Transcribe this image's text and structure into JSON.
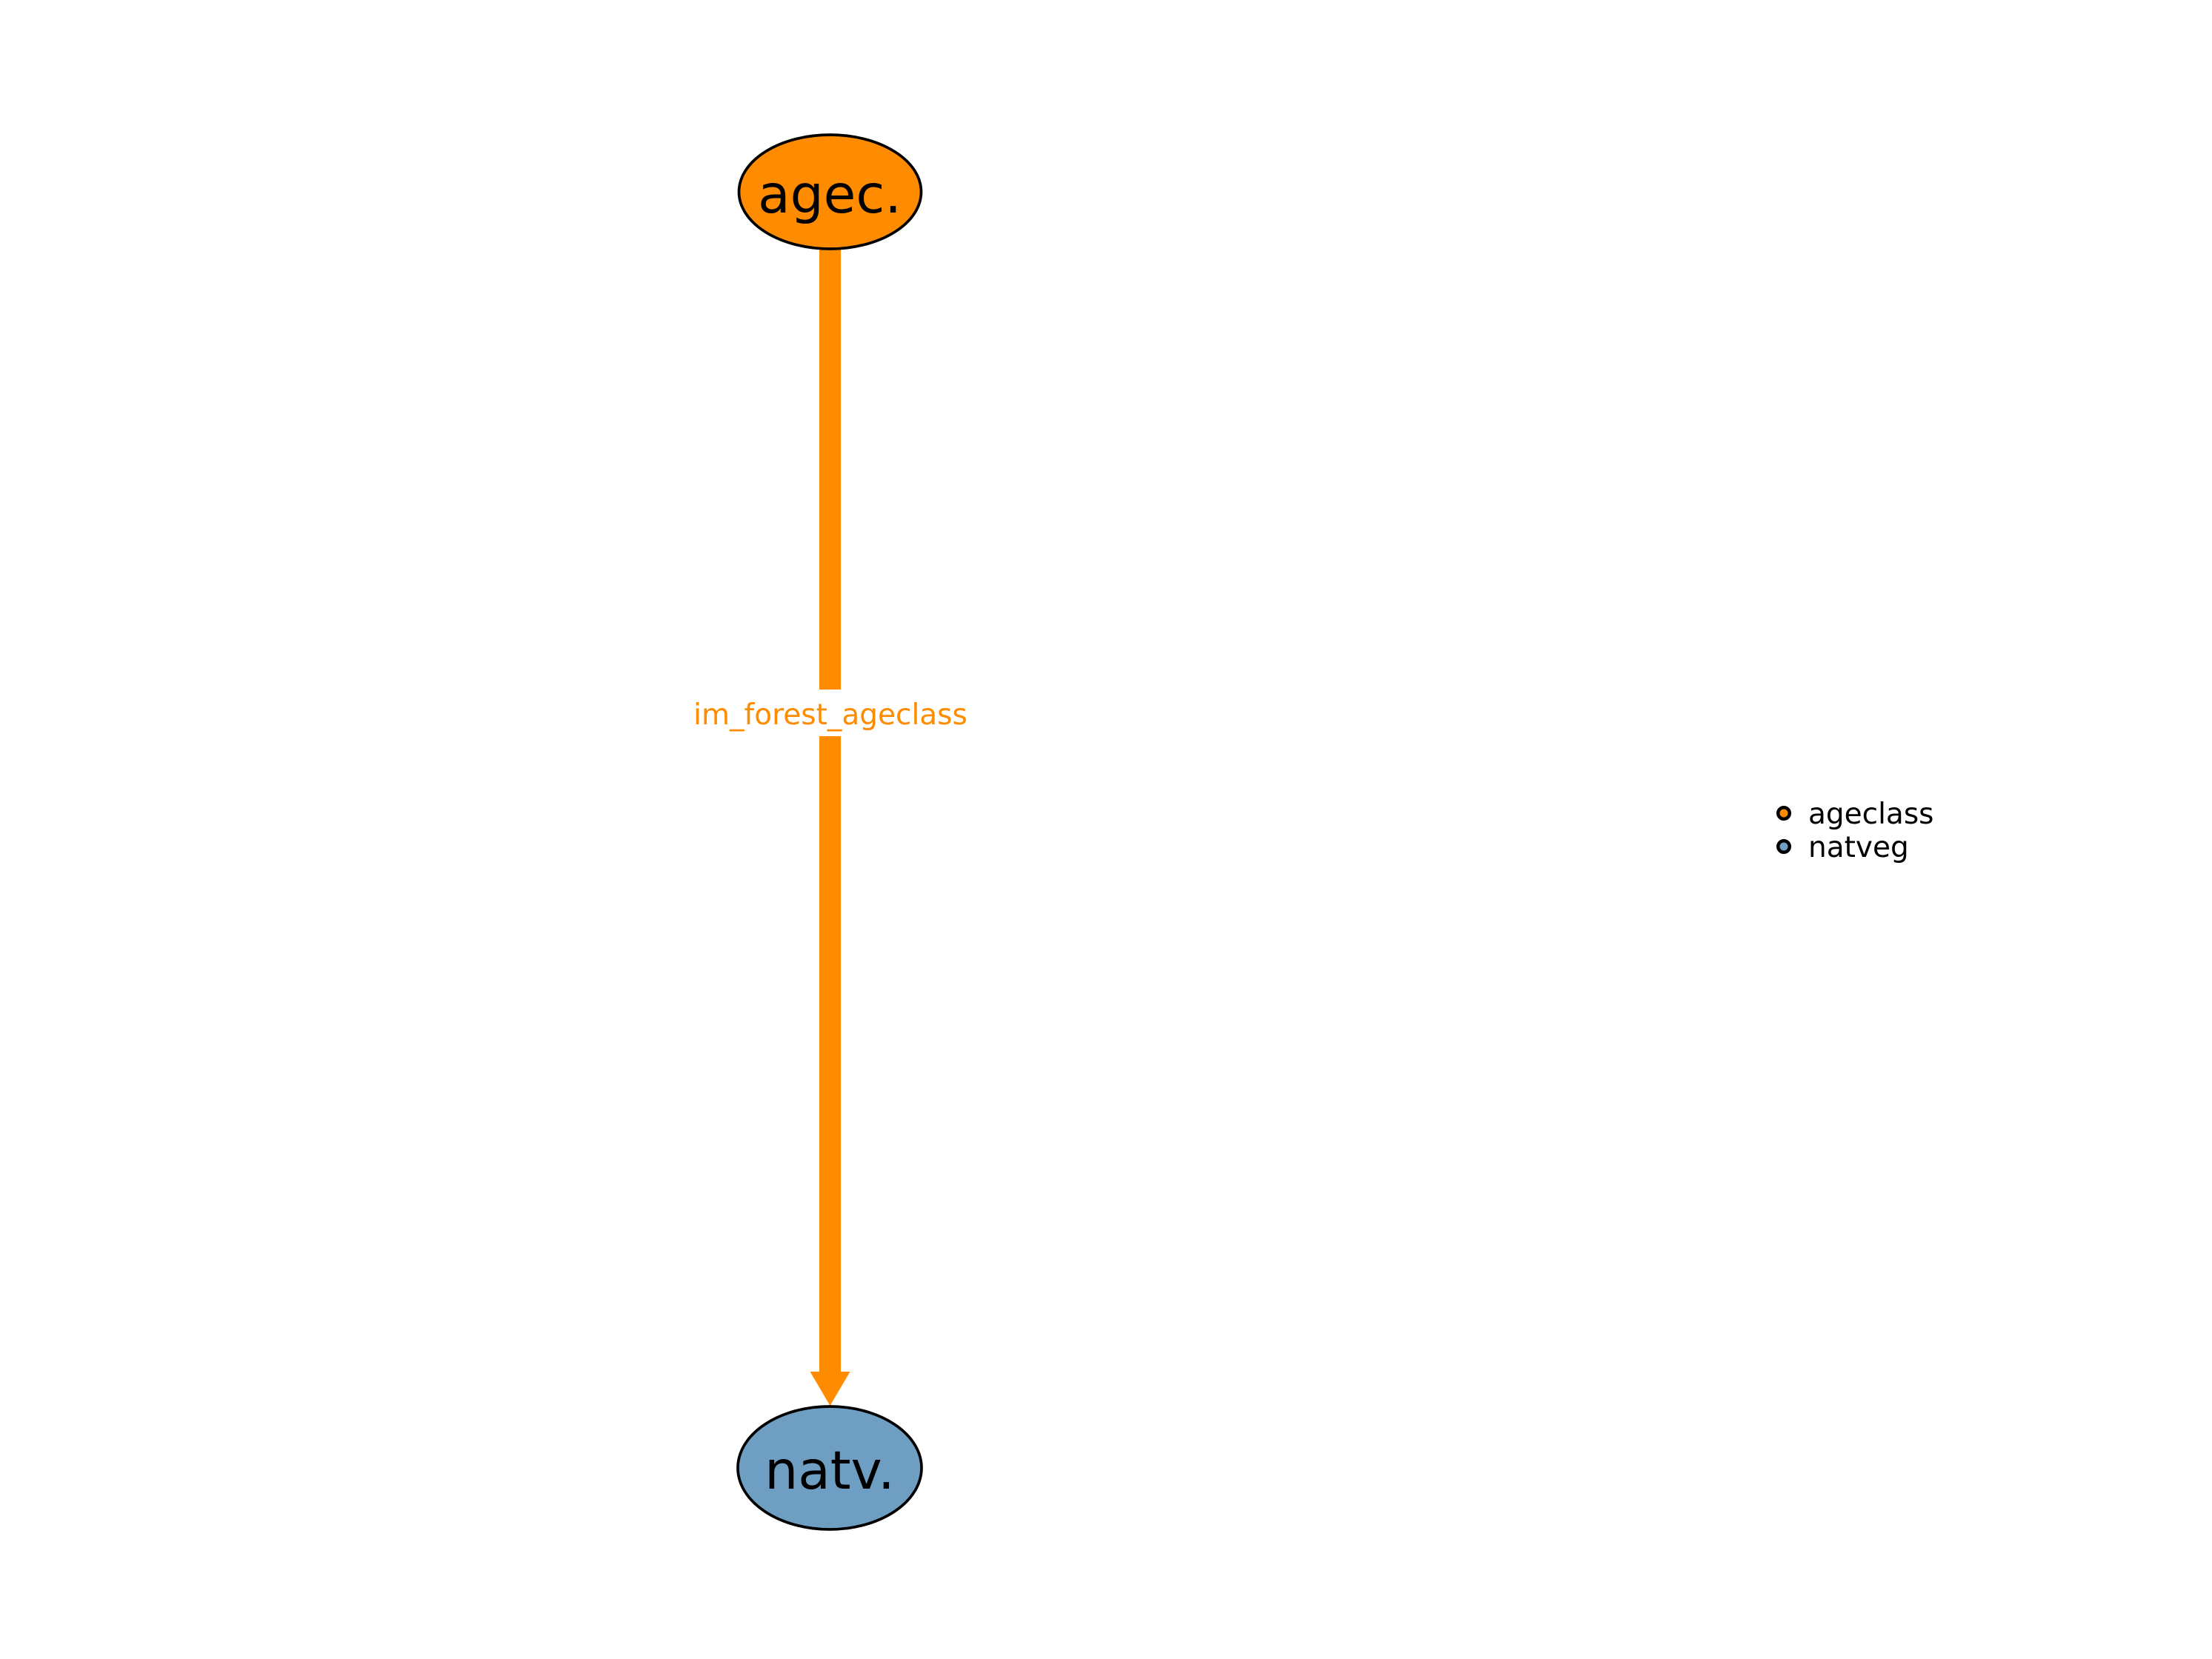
{
  "diagram": {
    "background_color": "#ffffff",
    "nodes": [
      {
        "id": "ageclass",
        "label": "agec.",
        "color": "#FF8C00"
      },
      {
        "id": "natveg",
        "label": "natv.",
        "color": "#6E9EC1"
      }
    ],
    "edges": [
      {
        "from": "ageclass",
        "to": "natveg",
        "label": "im_forest_ageclass",
        "color": "#FF8C00",
        "label_background": "#ffffff"
      }
    ],
    "node_border_color": "#000000",
    "node_label_color": "#000000"
  },
  "legend": {
    "items": [
      {
        "label": "ageclass",
        "color": "#FF8C00"
      },
      {
        "label": "natveg",
        "color": "#6E9EC1"
      }
    ],
    "marker_border_color": "#000000",
    "text_color": "#000000"
  }
}
